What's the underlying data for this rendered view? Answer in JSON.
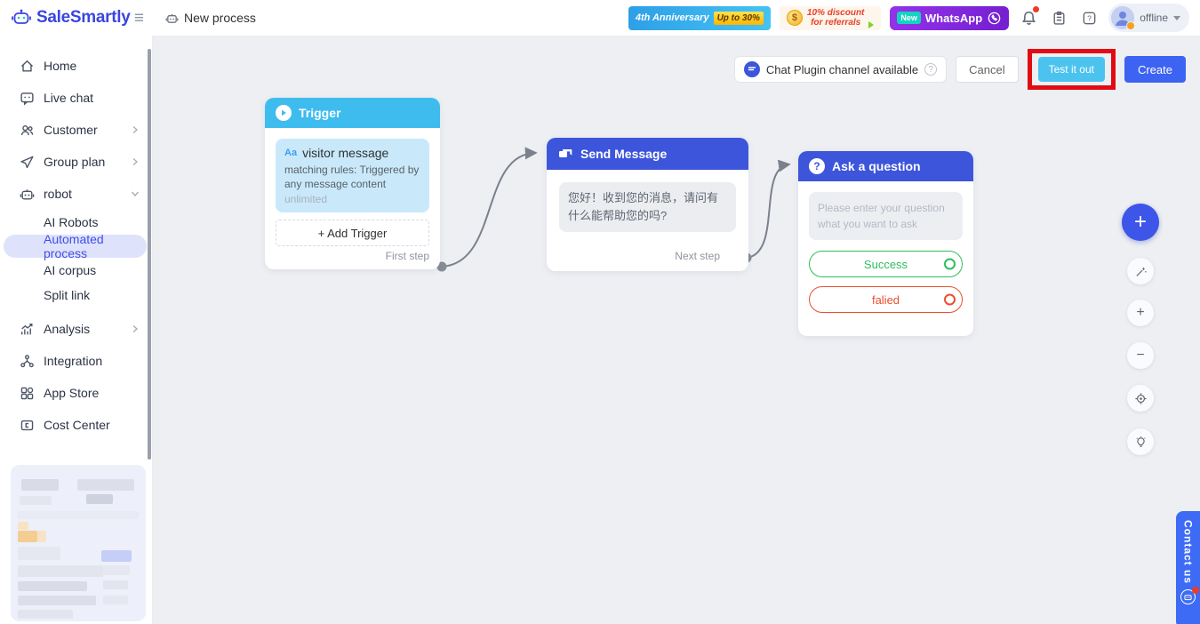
{
  "topbar": {
    "brand": "SaleSmartly",
    "page_title": "New process",
    "banner_anniversary": {
      "title": "4th Anniversary",
      "badge": "Up to 30%"
    },
    "banner_referral": {
      "line1": "10% discount",
      "line2": "for referrals"
    },
    "banner_whatsapp": {
      "badge": "New",
      "label": "WhatsApp"
    },
    "user_status": "offline"
  },
  "sidebar": {
    "items": [
      {
        "label": "Home"
      },
      {
        "label": "Live chat"
      },
      {
        "label": "Customer"
      },
      {
        "label": "Group plan"
      },
      {
        "label": "robot"
      },
      {
        "label": "AI Robots"
      },
      {
        "label": "Automated process"
      },
      {
        "label": "AI corpus"
      },
      {
        "label": "Split link"
      },
      {
        "label": "Analysis"
      },
      {
        "label": "Integration"
      },
      {
        "label": "App Store"
      },
      {
        "label": "Cost Center"
      }
    ]
  },
  "actionbar": {
    "channel_notice": "Chat Plugin channel available",
    "cancel_label": "Cancel",
    "test_label": "Test it out",
    "create_label": "Create"
  },
  "flow": {
    "trigger": {
      "title": "Trigger",
      "type_tag": "Aa",
      "name": "visitor message",
      "rule": "matching rules: Triggered by any message content",
      "limit": "unlimited",
      "add_label": "+ Add Trigger",
      "step_label": "First step"
    },
    "send_message": {
      "title": "Send Message",
      "message": "您好！收到您的消息，请问有什么能帮助您的吗?",
      "step_label": "Next step"
    },
    "ask_question": {
      "title": "Ask a question",
      "placeholder": "Please enter your question what you want to ask",
      "success_label": "Success",
      "failed_label": "falied"
    }
  },
  "widgets": {
    "contact_label": "Contact us"
  },
  "colors": {
    "accent_blue": "#3c55da",
    "trigger_cyan": "#3fbcee",
    "success_green": "#2fbd5f",
    "failed_red": "#e8502e",
    "highlight_red": "#e30b13",
    "test_button_blue": "#4cc3ee",
    "create_button_blue": "#3d63f2"
  }
}
